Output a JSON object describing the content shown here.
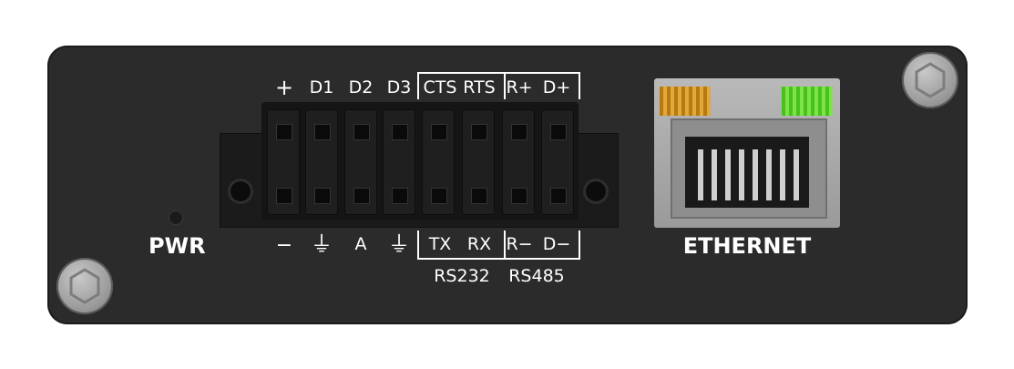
{
  "device": {
    "pwr_label": "PWR",
    "ethernet_label": "ETHERNET",
    "terminal_top_labels": [
      "+",
      "D1",
      "D2",
      "D3",
      "CTS",
      "RTS",
      "R+",
      "D+"
    ],
    "terminal_bottom_labels": [
      "−",
      "⏚",
      "A",
      "⏚",
      "TX",
      "RX",
      "R−",
      "D−"
    ],
    "group_labels": {
      "rs232": "RS232",
      "rs485": "RS485"
    }
  },
  "colors": {
    "panel": "#2b2b2b",
    "eth_led_left": "#e3a83a",
    "eth_led_right": "#7fe24b"
  },
  "icons": {
    "screw": "hex-screw-icon",
    "ground": "ground-icon"
  }
}
